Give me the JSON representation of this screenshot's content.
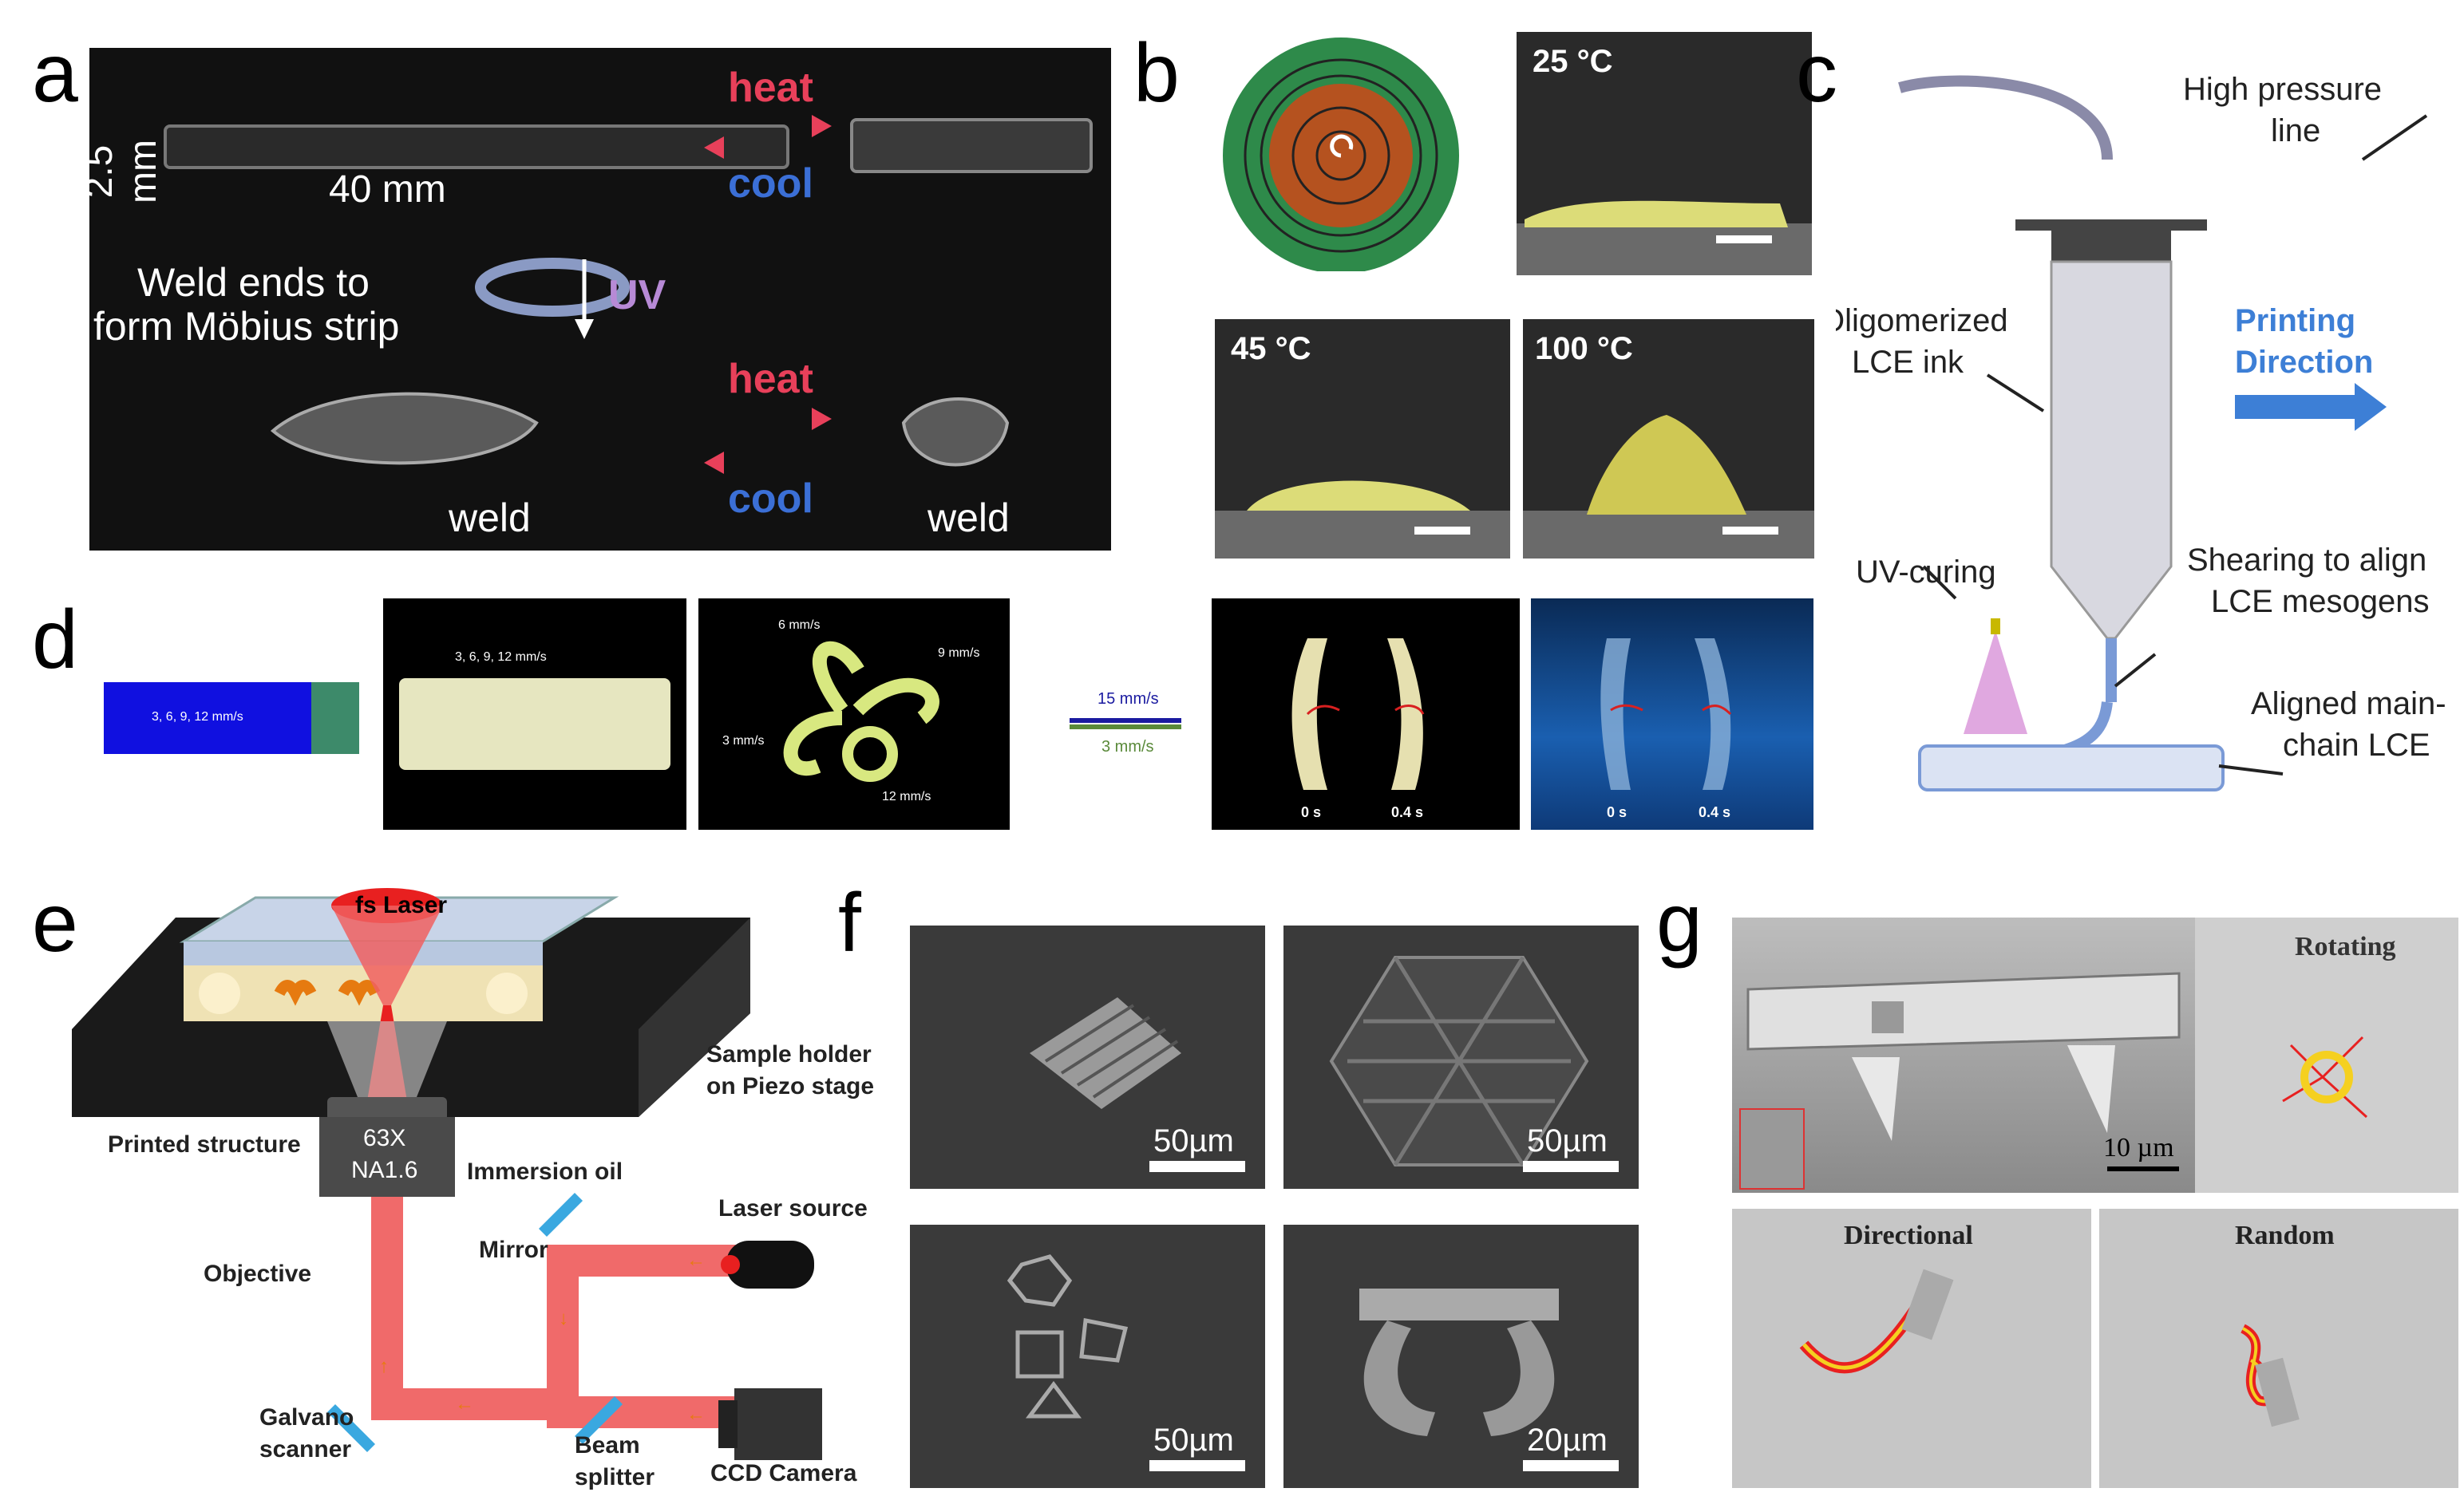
{
  "panels": {
    "a": {
      "label": "a",
      "dim_vertical": "2.5 mm",
      "dim_horizontal": "40 mm",
      "heat": "heat",
      "cool": "cool",
      "weld_line1": "Weld ends to",
      "weld_line2": "form Möbius strip",
      "uv": "UV",
      "weld_left": "weld",
      "weld_right": "weld",
      "heat2": "heat",
      "cool2": "cool"
    },
    "b": {
      "label": "b",
      "t1": "25 °C",
      "t2": "45 °C",
      "t3": "100 °C"
    },
    "c": {
      "label": "c",
      "high_pressure_1": "High pressure",
      "high_pressure_2": "line",
      "ink_1": "Oligomerized",
      "ink_2": "LCE ink",
      "printing_1": "Printing",
      "printing_2": "Direction",
      "uv_curing": "UV-curing",
      "shearing_1": "Shearing to align",
      "shearing_2": "LCE mesogens",
      "aligned_1": "Aligned main-",
      "aligned_2": "chain LCE"
    },
    "d": {
      "label": "d",
      "bar_text": "3, 6, 9, 12 mm/s",
      "photo_text": "3, 6, 9, 12 mm/s",
      "spiral_6": "6 mm/s",
      "spiral_9": "9 mm/s",
      "spiral_3": "3 mm/s",
      "spiral_12": "12 mm/s",
      "legend_15": "15 mm/s",
      "legend_3": "3 mm/s",
      "t0a": "0 s",
      "t04a": "0.4 s",
      "t0b": "0 s",
      "t04b": "0.4 s"
    },
    "e": {
      "label": "e",
      "fs_laser": "fs Laser",
      "sample_holder_1": "Sample holder",
      "sample_holder_2": "on Piezo stage",
      "printed_structure": "Printed structure",
      "immersion_oil": "Immersion oil",
      "objective_1": "63X",
      "objective_2": "NA1.6",
      "objective": "Objective",
      "mirror": "Mirror",
      "laser_source": "Laser source",
      "galvano_1": "Galvano",
      "galvano_2": "scanner",
      "beam_1": "Beam",
      "beam_2": "splitter",
      "ccd": "CCD Camera"
    },
    "f": {
      "label": "f",
      "s1": "50µm",
      "s2": "50µm",
      "s3": "50µm",
      "s4": "20µm"
    },
    "g": {
      "label": "g",
      "scale": "10 µm",
      "rotating": "Rotating",
      "directional": "Directional",
      "random": "Random"
    }
  },
  "colors": {
    "heat": "#e8405a",
    "cool": "#3b6fd6",
    "uv": "#b78ad6",
    "printing": "#3d7fd6",
    "bar_blue": "#1010e0",
    "bar_green": "#3d8a6a",
    "legend_blue": "#1a1aa0",
    "legend_green": "#5a8a3a"
  }
}
